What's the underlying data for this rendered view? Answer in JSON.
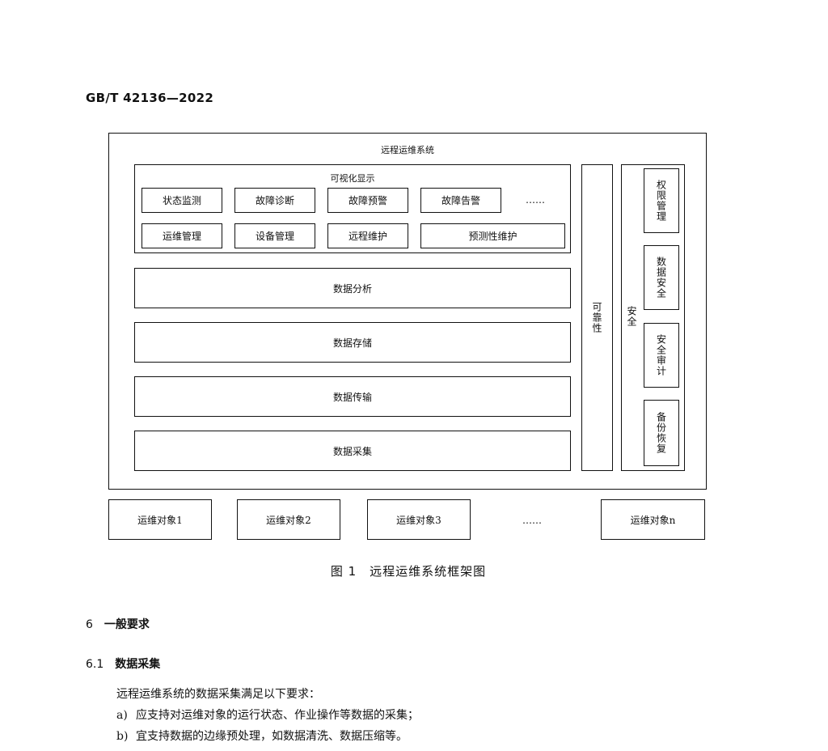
{
  "header": {
    "standard_number": "GB/T 42136—2022"
  },
  "figure": {
    "outer_title": "远程运维系统",
    "visual": {
      "title": "可视化显示",
      "row1": [
        "状态监测",
        "故障诊断",
        "故障预警",
        "故障告警"
      ],
      "row1_more": "……",
      "row2": [
        "运维管理",
        "设备管理",
        "远程维护",
        "预测性维护"
      ]
    },
    "layers": [
      "数据分析",
      "数据存储",
      "数据传输",
      "数据采集"
    ],
    "reliability": "可靠性",
    "security": {
      "label": "安全",
      "items": [
        "权限管理",
        "数据安全",
        "安全审计",
        "备份恢复"
      ]
    },
    "objects": {
      "items": [
        "运维对象1",
        "运维对象2",
        "运维对象3"
      ],
      "ellipsis": "……",
      "last": "运维对象n"
    },
    "caption_num": "图 1",
    "caption_text": "远程运维系统框架图"
  },
  "section6": {
    "number": "6",
    "title": "一般要求"
  },
  "section61": {
    "number": "6.1",
    "title": "数据采集"
  },
  "body": {
    "intro": "远程运维系统的数据采集满足以下要求：",
    "items": [
      {
        "mark": "a)",
        "text": "应支持对运维对象的运行状态、作业操作等数据的采集；"
      },
      {
        "mark": "b)",
        "text": "宜支持数据的边缘预处理，如数据清洗、数据压缩等。"
      }
    ]
  }
}
